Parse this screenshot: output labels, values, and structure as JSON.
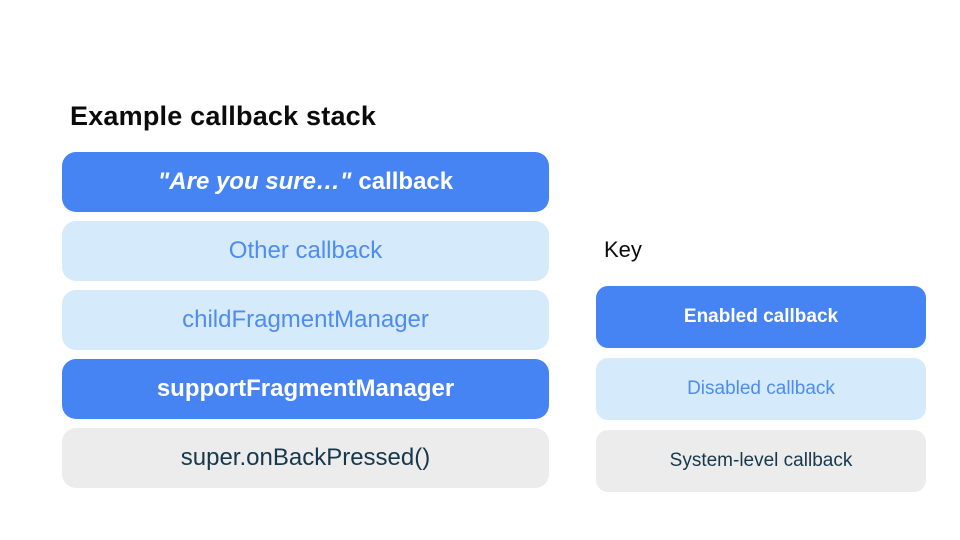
{
  "colors": {
    "enabled_bg": "#4684F3",
    "enabled_text": "#FFFFFF",
    "disabled_bg": "#D5EAFB",
    "disabled_text": "#4E8CF2",
    "system_bg": "#ECECEC",
    "system_text": "#17374B",
    "page_bg": "#FFFFFF",
    "title_text": "#0B0B0B"
  },
  "stack": {
    "title": "Example callback stack",
    "items": [
      {
        "label_quoted": "\"Are you sure…\"",
        "label_rest": "callback",
        "type": "enabled"
      },
      {
        "label": "Other callback",
        "type": "disabled"
      },
      {
        "label": "childFragmentManager",
        "type": "disabled"
      },
      {
        "label": "supportFragmentManager",
        "type": "enabled"
      },
      {
        "label": "super.onBackPressed()",
        "type": "system"
      }
    ]
  },
  "key": {
    "title": "Key",
    "items": [
      {
        "label": "Enabled callback",
        "type": "enabled"
      },
      {
        "label": "Disabled callback",
        "type": "disabled"
      },
      {
        "label": "System-level callback",
        "type": "system"
      }
    ]
  }
}
